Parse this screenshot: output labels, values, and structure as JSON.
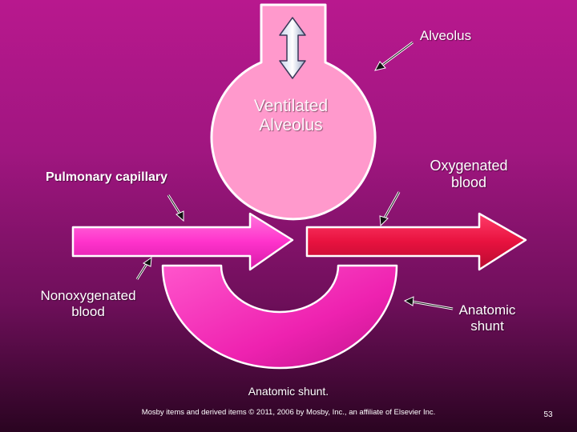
{
  "labels": {
    "alveolus": "Alveolus",
    "ventilated_line1": "Ventilated",
    "ventilated_line2": "Alveolus",
    "pulmonary_capillary": "Pulmonary capillary",
    "oxygenated_line1": "Oxygenated",
    "oxygenated_line2": "blood",
    "nonoxygenated_line1": "Nonoxygenated",
    "nonoxygenated_line2": "blood",
    "anatomic_line1": "Anatomic",
    "anatomic_line2": "shunt"
  },
  "caption": "Anatomic shunt.",
  "copyright": "Mosby items and derived items © 2011, 2006 by Mosby, Inc., an affiliate of Elsevier Inc.",
  "page_number": "53",
  "colors": {
    "background_top": "#b8188e",
    "background_bottom": "#2a0421",
    "alveolus_fill": "#ff99cc",
    "capillary_arrow": "#ff33cc",
    "oxygenated_arrow": "#ee1144",
    "shunt_tube": "#ff33bb"
  },
  "icons": {
    "ventilation": "double-headed-arrow-icon"
  }
}
